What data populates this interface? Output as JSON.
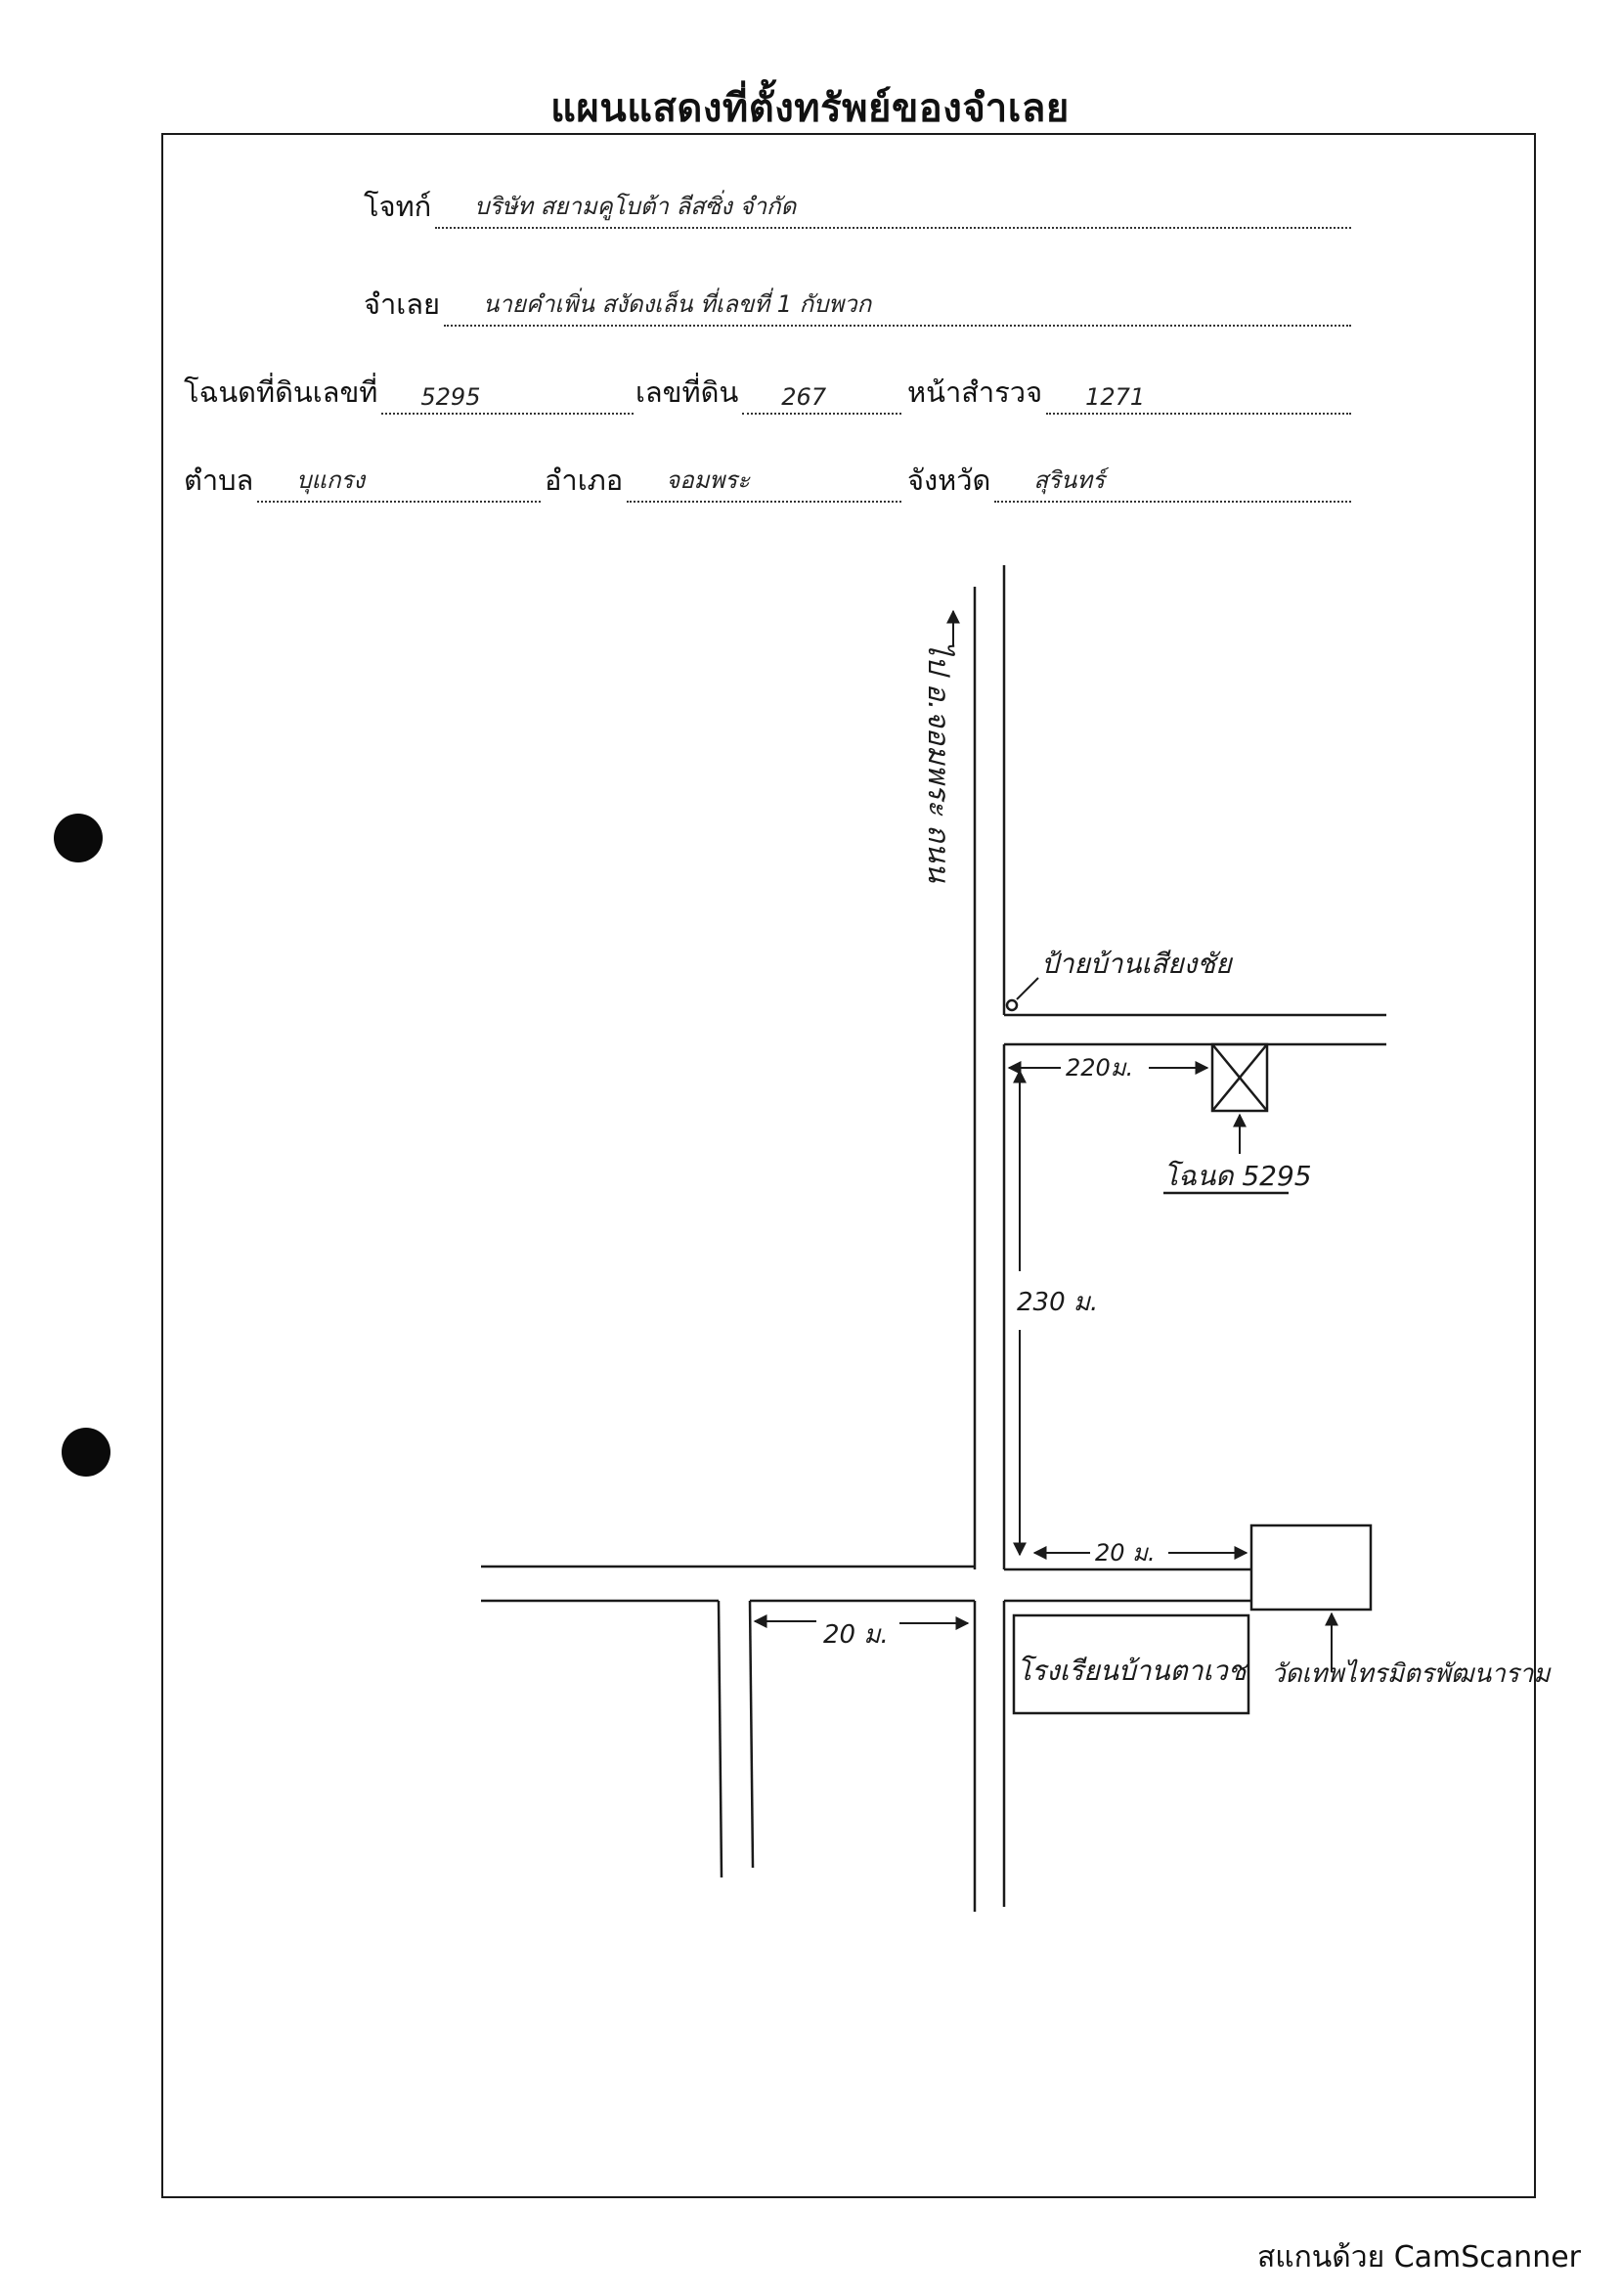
{
  "title": "แผนแสดงที่ตั้งทรัพย์ของจำเลย",
  "form": {
    "plaintiff_label": "โจทก์",
    "plaintiff_value": "บริษัท สยามคูโบต้า ลีสซิ่ง จำกัด",
    "defendant_label": "จำเลย",
    "defendant_value": "นายคำเพิ่น สงัดงเล็น ที่เลขที่ 1 กับพวก",
    "deed_label": "โฉนดที่ดินเลขที่",
    "deed_value": "5295",
    "land_no_label": "เลขที่ดิน",
    "land_no_value": "267",
    "survey_label": "หน้าสำรวจ",
    "survey_value": "1271",
    "subdistrict_label": "ตำบล",
    "subdistrict_value": "บุแกรง",
    "district_label": "อำเภอ",
    "district_value": "จอมพระ",
    "province_label": "จังหวัด",
    "province_value": "สุรินทร์"
  },
  "map": {
    "road_label": "ไป อ.จอมพระ ถนน",
    "bus_stop_label": "ป้ายบ้านเสียงชัย",
    "dist_top": "220ม.",
    "dist_vertical": "230 ม.",
    "dist_bottom_right": "20 ม.",
    "dist_bottom_left": "20 ม.",
    "deed_marker_label": "โฉนด 5295",
    "school_label": "โรงเรียนบ้านตาเวช",
    "temple_label": "วัดเทพไทรมิตรพัฒนาราม"
  },
  "footer": {
    "scanner_text": "สแกนด้วย CamScanner"
  }
}
